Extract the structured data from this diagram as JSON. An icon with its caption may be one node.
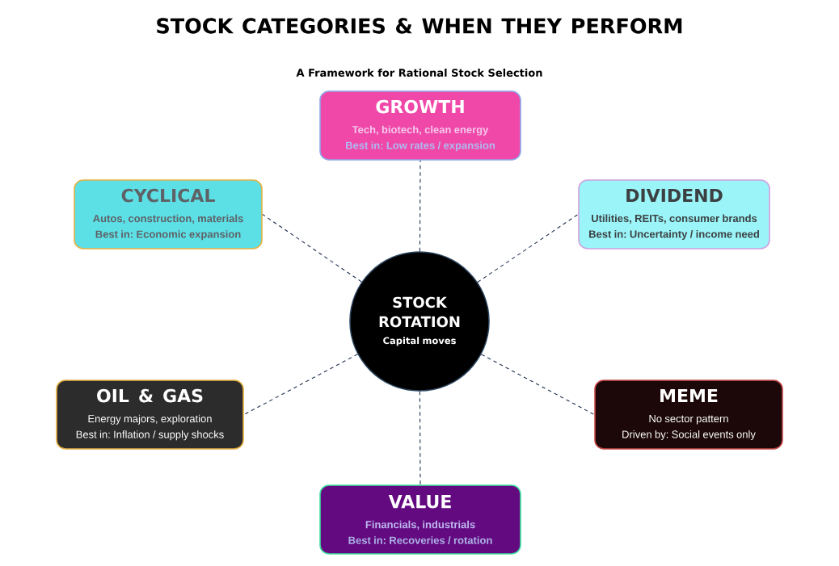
{
  "diagram": {
    "title": "STOCK CATEGORIES & WHEN THEY PERFORM",
    "nodes": [
      {
        "text": [
          "GROWTH",
          "Tech, biotech, clean energy",
          "Best in: Low rates / expansion"
        ]
      },
      {
        "text": [
          "CYCLICAL",
          "Autos, construction, materials",
          "Best in: Economic expansion"
        ]
      },
      {
        "text": [
          "DIVIDEND",
          "Utilities, REITs, consumer brands",
          "Best in: Uncertainty / income need"
        ]
      },
      {
        "text": [
          "STOCK ROTATION",
          "Capital moves"
        ]
      },
      {
        "text": [
          "OIL & GAS",
          "Energy majors, exploration",
          "Best in: Inflation / supply shocks"
        ]
      },
      {
        "text": [
          "MEME",
          "No sector pattern",
          "Driven by: Social events only"
        ]
      },
      {
        "text": [
          "VALUE",
          "Financials, industrials",
          "Best in: Recoveries / rotation"
        ]
      }
    ],
    "edges": [
      {
        "from": 3,
        "to": 0,
        "arrow": "none",
        "style": "dashed"
      },
      {
        "from": 3,
        "to": 1,
        "arrow": "none",
        "style": "dashed"
      },
      {
        "from": 3,
        "to": 2,
        "arrow": "none",
        "style": "dashed"
      },
      {
        "from": 3,
        "to": 4,
        "arrow": "none",
        "style": "dashed"
      },
      {
        "from": 3,
        "to": 5,
        "arrow": "none",
        "style": "dashed"
      },
      {
        "from": 3,
        "to": 6,
        "arrow": "none",
        "style": "dashed"
      }
    ],
    "labels": [
      "A Framework for Rational Stock Selection"
    ]
  }
}
